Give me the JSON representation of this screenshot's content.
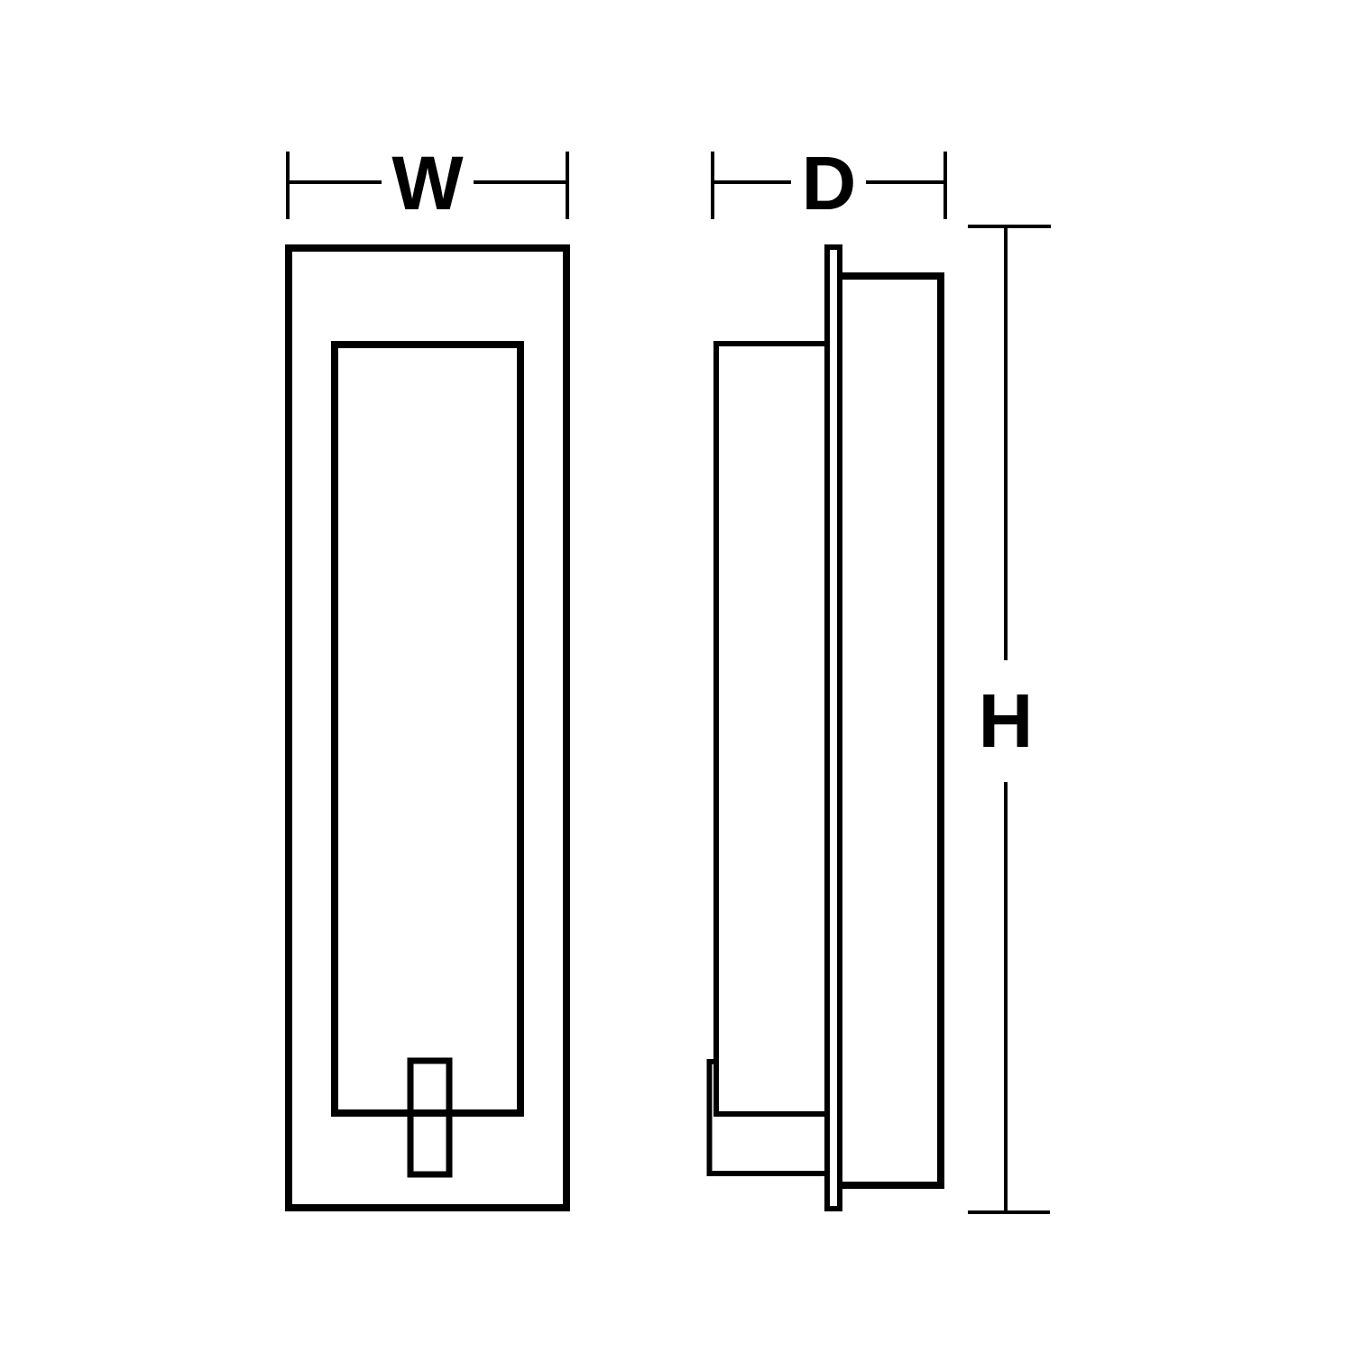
{
  "diagram": {
    "kind": "product-dimension-line-drawing",
    "subject": "wall sconce fixture, front elevation and side elevation with dimension callouts",
    "background_color": "#ffffff",
    "line_color": "#000000",
    "labels": {
      "width": "W",
      "depth": "D",
      "height": "H"
    },
    "views": {
      "front": "front elevation: outer frame, inner frame opening, candle socket at bottom center",
      "side": "side elevation: body profile with bottom lip, wall backplate, front panel"
    }
  }
}
